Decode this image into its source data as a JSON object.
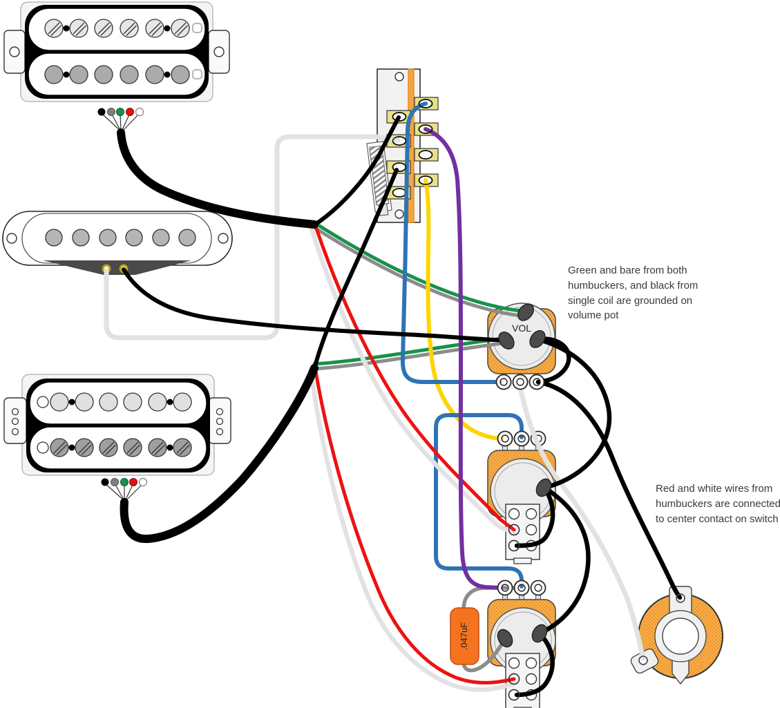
{
  "diagram": {
    "type": "guitar-wiring-diagram",
    "labels": {
      "volume_pot": "VOL",
      "capacitor": ".047uF"
    },
    "annotations": {
      "volume_ground": "Green and bare from both\nhumbuckers, and black from\nsingle coil are grounded on\nvolume pot",
      "switch_center": "Red and white wires from\nhumbuckers are connected\nto center contact on switch"
    },
    "wire_colors": {
      "black": "#000000",
      "white": "#e2e2e2",
      "bare": "#8c8c8c",
      "green": "#18914a",
      "red": "#ee1111",
      "blue": "#2e74b5",
      "yellow": "#ffd400",
      "purple": "#7330a0"
    },
    "lead_hex": [
      "#000000",
      "#7f7f7f",
      "#18914a",
      "#e01111",
      "#ffffff"
    ],
    "lead_names": [
      "black",
      "bare",
      "green",
      "red",
      "white"
    ],
    "accent_colors": {
      "pot_body": "#f8ad49",
      "pot_dots": "#e38b1f",
      "capacitor_body": "#f5731e",
      "switch_lug": "#e8e18a",
      "solder_blob": "#4b4b4b"
    },
    "components": {
      "neck_humbucker": "neck humbucker pickup",
      "middle_single_coil": "middle single coil pickup",
      "bridge_humbucker": "bridge humbucker pickup",
      "selector_switch": "5-way pickup selector switch",
      "volume_pot": "volume potentiometer",
      "tone_pot_1": "push-pull tone potentiometer 1",
      "tone_pot_2": "push-pull tone potentiometer 2",
      "capacitor": "tone capacitor",
      "output_jack": "output jack"
    }
  }
}
